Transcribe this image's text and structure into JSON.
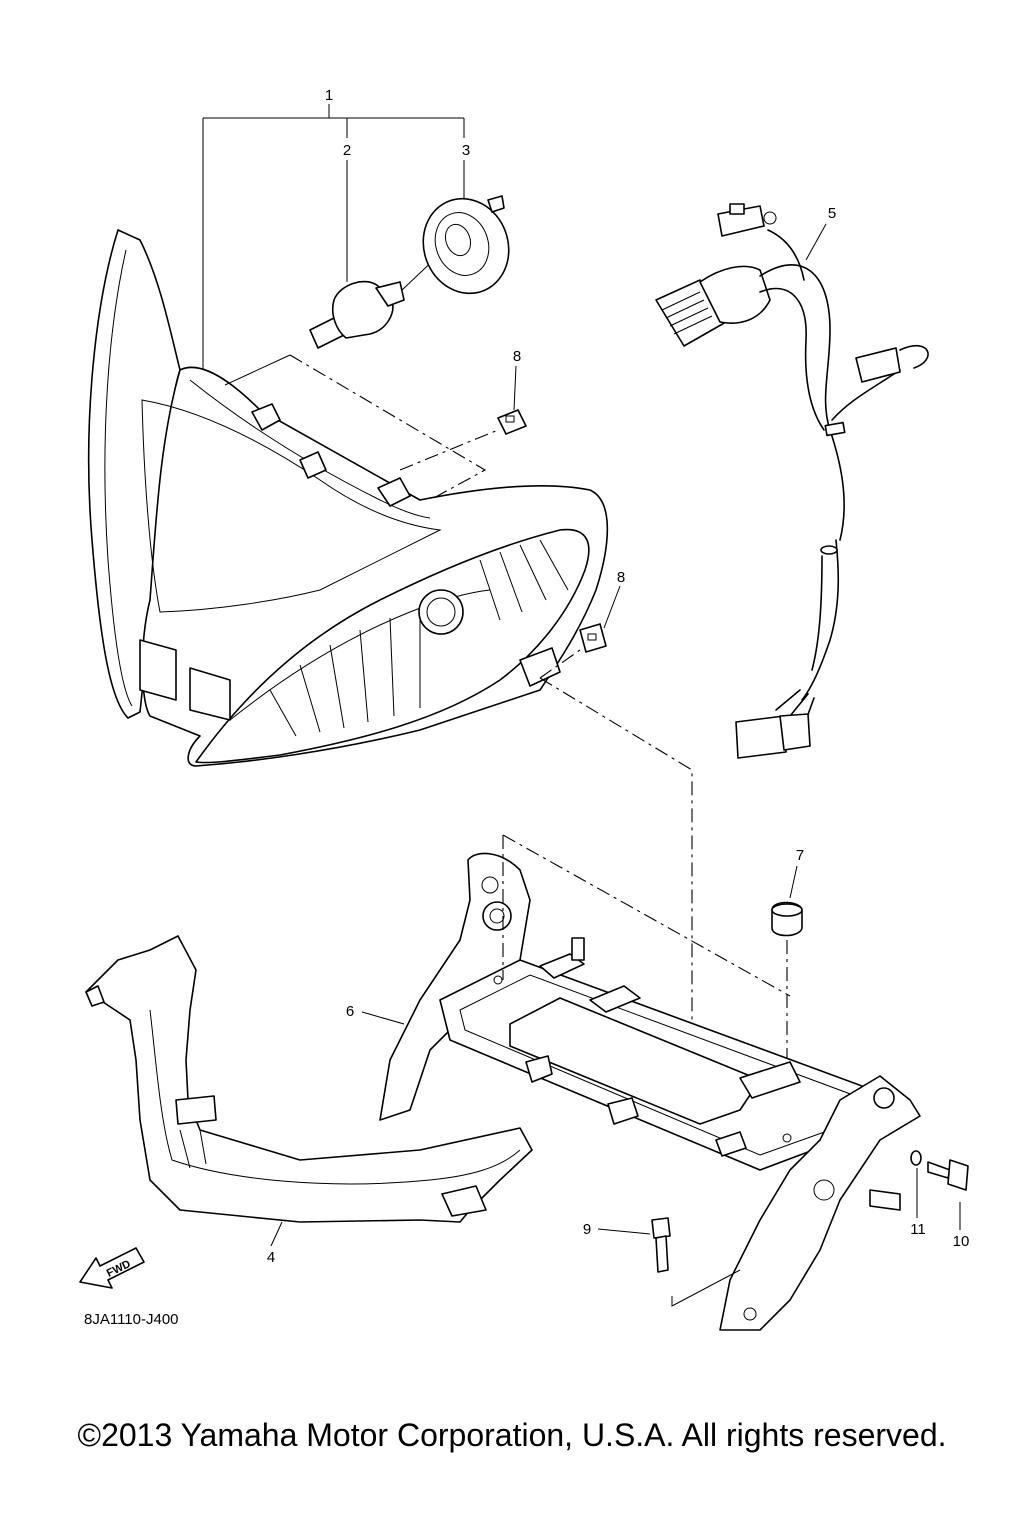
{
  "callouts": [
    "1",
    "2",
    "3",
    "4",
    "5",
    "6",
    "7",
    "8",
    "8",
    "9",
    "10",
    "11"
  ],
  "diagram_code": "8JA1110-J400",
  "fwd_label": "FWD",
  "copyright": "©2013 Yamaha Motor Corporation, U.S.A. All rights reserved."
}
